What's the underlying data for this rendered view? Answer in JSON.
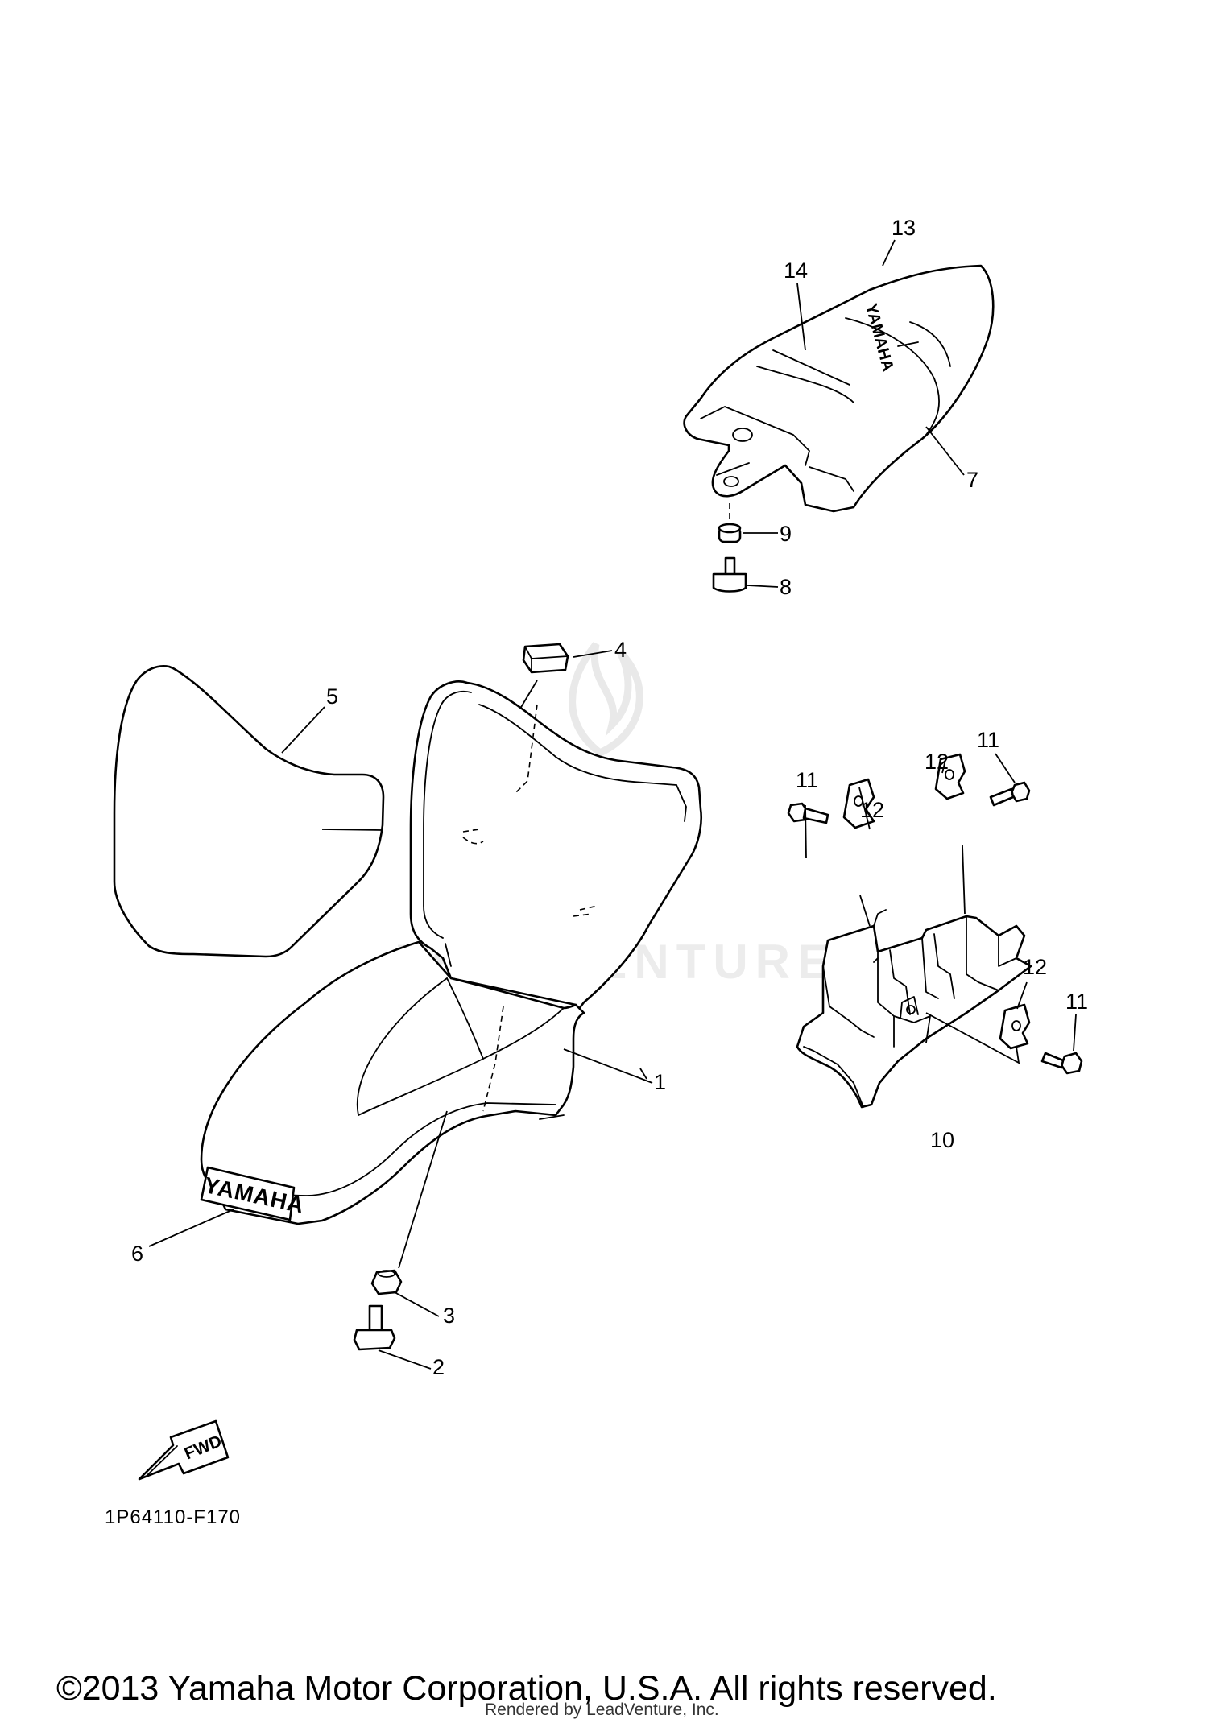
{
  "callouts": [
    "1",
    "2",
    "3",
    "4",
    "5",
    "6",
    "7",
    "8",
    "9",
    "10",
    "11",
    "12",
    "13",
    "14"
  ],
  "logo_text": "YAMAHA",
  "fwd_label": "FWD",
  "diagram_code": "1P64110-F170",
  "watermark_text": "LEADVENTURE",
  "copyright": "©2013 Yamaha Motor Corporation, U.S.A. All rights reserved.",
  "rendered_by": "Rendered by LeadVenture, Inc."
}
